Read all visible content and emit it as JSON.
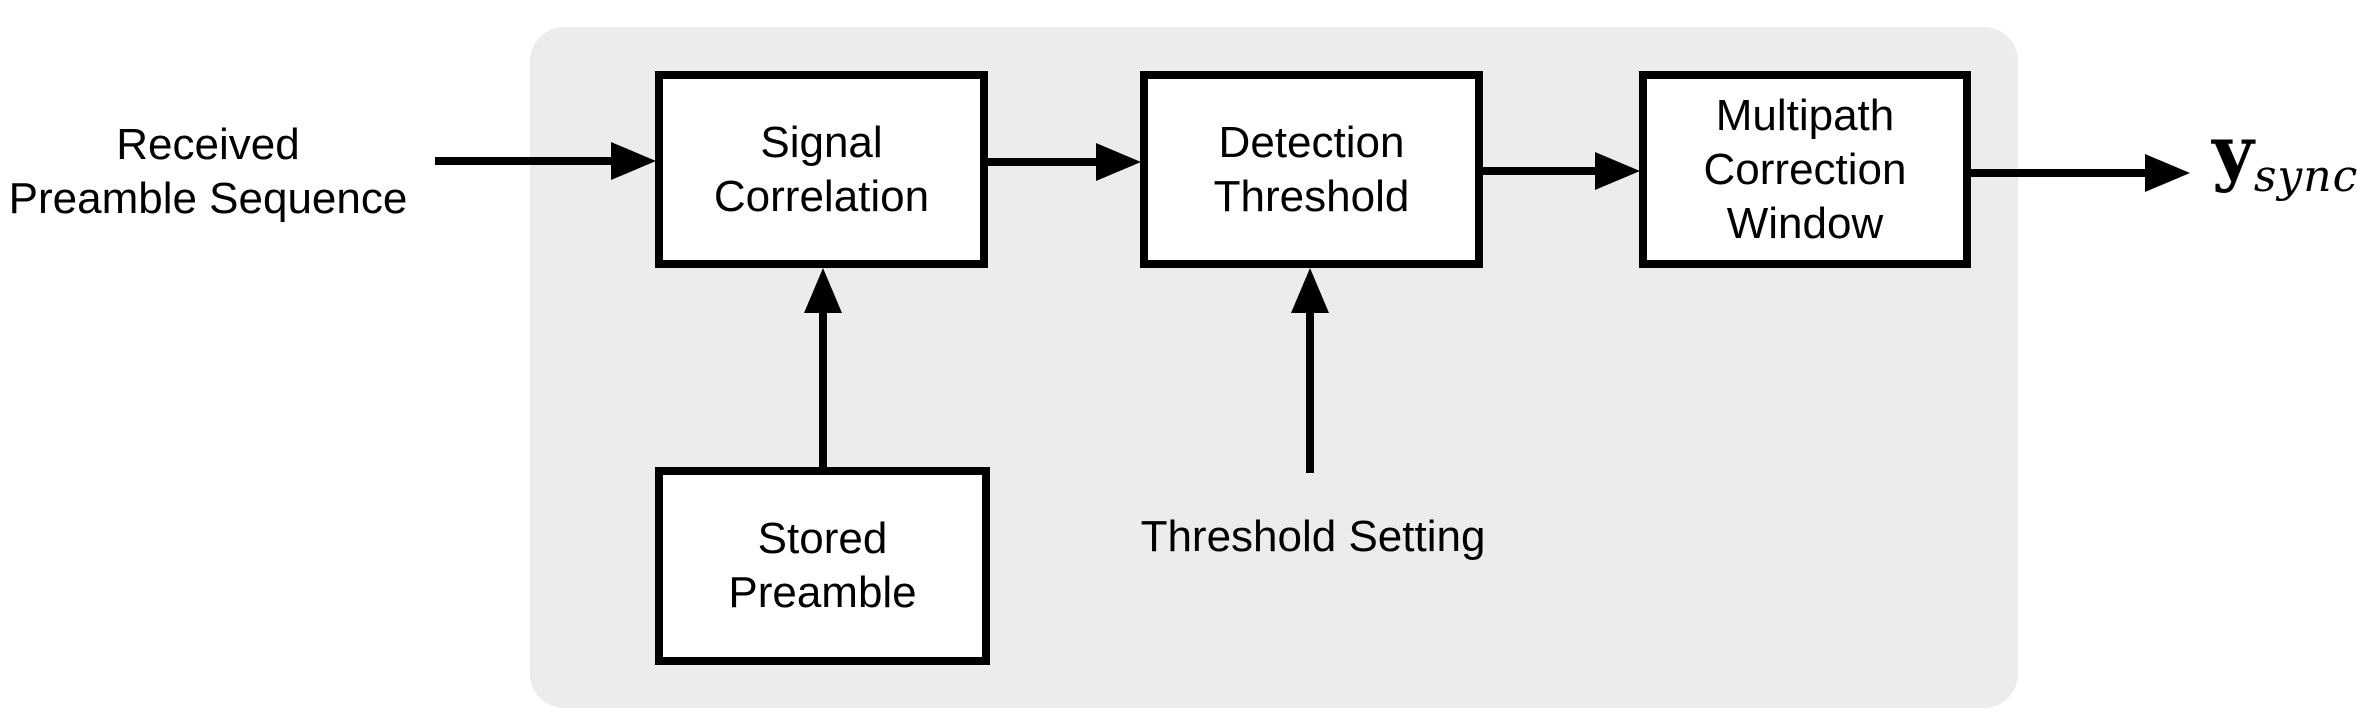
{
  "diagram": {
    "input_label": "Received\nPreamble Sequence",
    "blocks": {
      "signal_correlation": "Signal\nCorrelation",
      "detection_threshold": "Detection\nThreshold",
      "multipath_correction": "Multipath\nCorrection\nWindow",
      "stored_preamble": "Stored\nPreamble"
    },
    "threshold_setting_label": "Threshold Setting",
    "output_symbol": {
      "base": "y",
      "subscript": "sync"
    },
    "colors": {
      "panel_background": "#ececec",
      "box_fill": "#ffffff",
      "line_color": "#000000",
      "text_color": "#000000"
    }
  }
}
